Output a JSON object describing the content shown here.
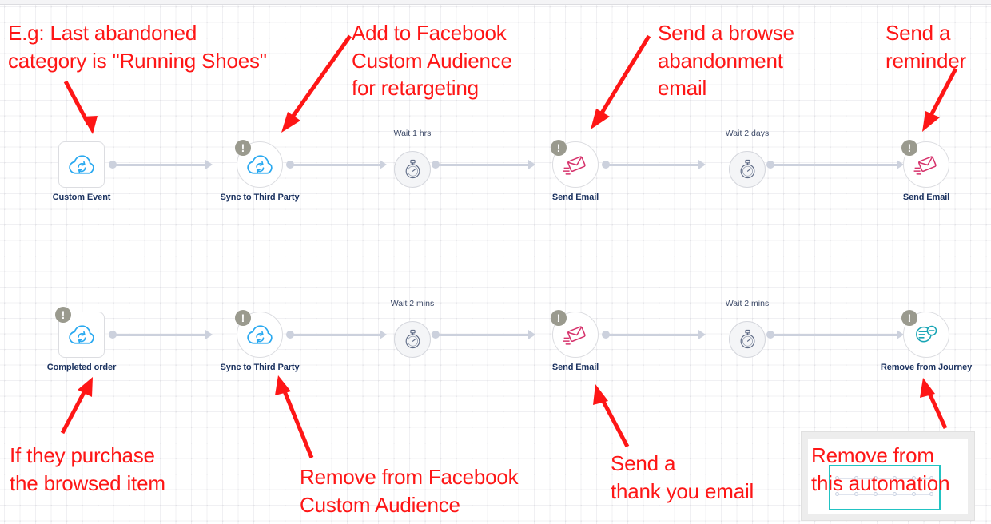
{
  "canvas": {
    "title": "Journey Builder Canvas",
    "grid": true,
    "background_color": "#ffffff",
    "grid_color": "#f0f0f3",
    "annotation_color": "#fe1616",
    "node_label_color": "#1d3461",
    "connector_color": "#ccd1dd",
    "badge_color": "#9a9a8e",
    "badge_glyph": "!"
  },
  "journeys": [
    {
      "name": "browse-abandonment-journey",
      "nodes": [
        {
          "label": "Custom Event",
          "icon": "cloud-sync-icon",
          "shape": "square",
          "badge": false,
          "wait_label": ""
        },
        {
          "label": "Sync to Third Party",
          "icon": "cloud-sync-icon",
          "shape": "circle",
          "badge": true,
          "wait_label": ""
        },
        {
          "label": "",
          "icon": "stopwatch-icon",
          "shape": "wait",
          "badge": false,
          "wait_label": "Wait  1 hrs"
        },
        {
          "label": "Send Email",
          "icon": "send-email-icon",
          "shape": "circle",
          "badge": true,
          "wait_label": ""
        },
        {
          "label": "",
          "icon": "stopwatch-icon",
          "shape": "wait",
          "badge": false,
          "wait_label": "Wait  2 days"
        },
        {
          "label": "Send Email",
          "icon": "send-email-icon",
          "shape": "circle",
          "badge": true,
          "wait_label": ""
        }
      ]
    },
    {
      "name": "purchase-completed-journey",
      "nodes": [
        {
          "label": "Completed order",
          "icon": "cloud-sync-icon",
          "shape": "square",
          "badge": true,
          "wait_label": ""
        },
        {
          "label": "Sync to Third Party",
          "icon": "cloud-sync-icon",
          "shape": "circle",
          "badge": true,
          "wait_label": ""
        },
        {
          "label": "",
          "icon": "stopwatch-icon",
          "shape": "wait",
          "badge": false,
          "wait_label": "Wait  2 mins"
        },
        {
          "label": "Send Email",
          "icon": "send-email-icon",
          "shape": "circle",
          "badge": true,
          "wait_label": ""
        },
        {
          "label": "",
          "icon": "stopwatch-icon",
          "shape": "wait",
          "badge": false,
          "wait_label": "Wait  2 mins"
        },
        {
          "label": "Remove from Journey",
          "icon": "remove-from-journey-icon",
          "shape": "circle",
          "badge": true,
          "wait_label": ""
        }
      ]
    }
  ],
  "annotations": [
    {
      "name": "annotation-custom-event",
      "text": "E.g: Last abandoned\ncategory is \"Running Shoes\""
    },
    {
      "name": "annotation-sync-add",
      "text": "Add to Facebook\nCustom Audience\nfor retargeting"
    },
    {
      "name": "annotation-browse-email",
      "text": "Send a browse\nabandonment\nemail"
    },
    {
      "name": "annotation-reminder",
      "text": "Send a\nreminder"
    },
    {
      "name": "annotation-purchase",
      "text": "If they purchase\nthe browsed item"
    },
    {
      "name": "annotation-sync-remove",
      "text": "Remove from Facebook\nCustom Audience"
    },
    {
      "name": "annotation-thank-you",
      "text": "Send a\nthank you email"
    },
    {
      "name": "annotation-remove-automation",
      "text": "Remove from\nthis automation"
    }
  ],
  "minimap": {
    "name": "canvas-minimap",
    "viewport_color": "#22c3c3",
    "frame_color": "#ededed"
  }
}
